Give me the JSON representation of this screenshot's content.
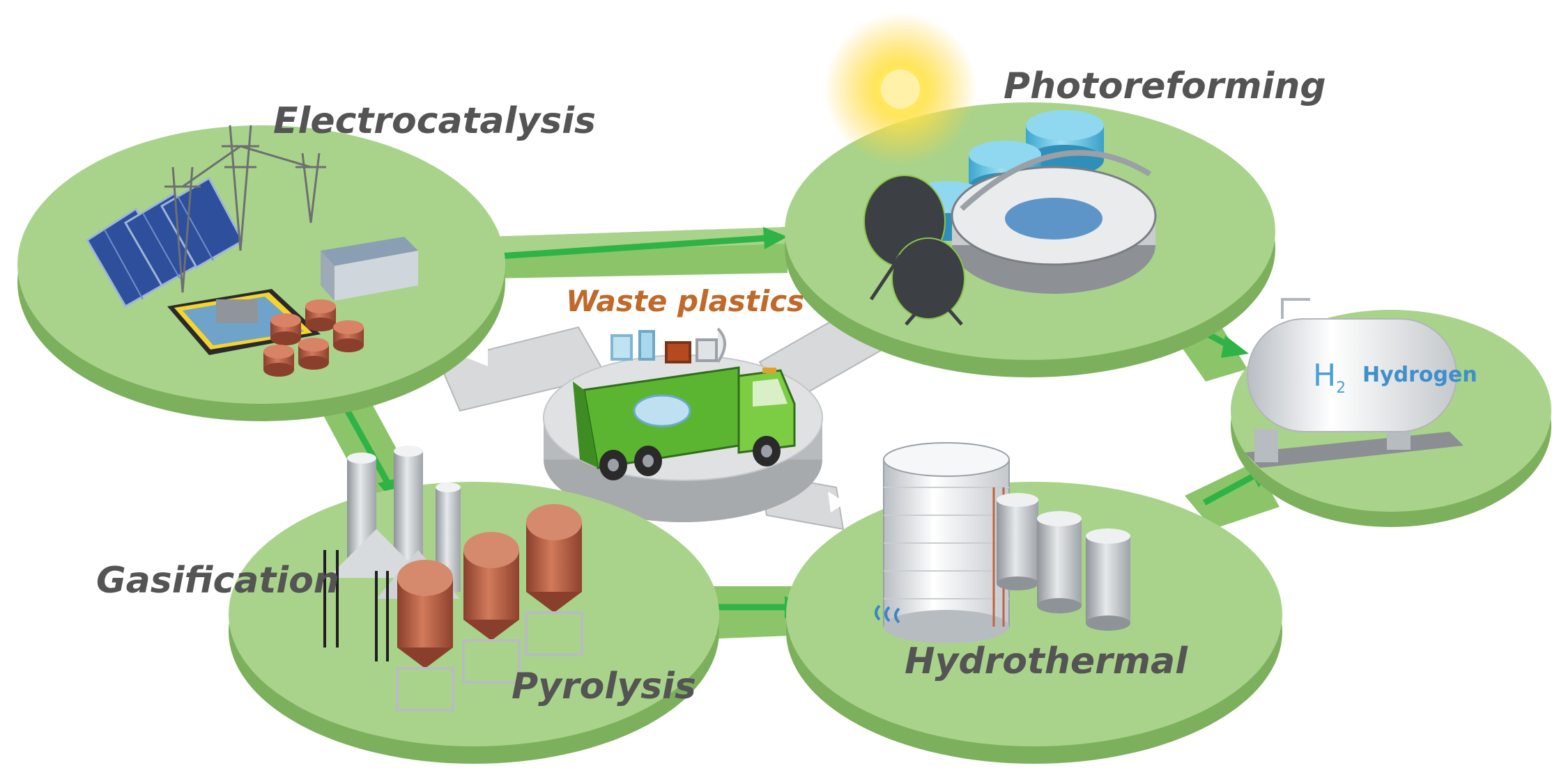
{
  "labels": {
    "electrocatalysis": "Electrocatalysis",
    "photoreforming": "Photoreforming",
    "gasification": "Gasification",
    "pyrolysis": "Pyrolysis",
    "hydrothermal": "Hydrothermal",
    "waste_plastics": "Waste plastics",
    "h2_symbol": "H",
    "h2_subscript": "2",
    "hydrogen": "Hydrogen"
  },
  "colors": {
    "platform_top": "#a9d38a",
    "platform_side": "#7fb260",
    "arrow": "#33b34a",
    "label_gray": "#545454",
    "label_orange": "#c1692b",
    "truck_green": "#5cb531",
    "tank_orange": "#c7654a",
    "hydrogen_blue": "#3f8fcb"
  },
  "icons": [
    "sun-icon",
    "solar-panel-icon",
    "power-tower-icon",
    "garbage-truck-icon",
    "storage-tank-icon",
    "satellite-dish-icon",
    "hydrogen-tank-icon"
  ]
}
